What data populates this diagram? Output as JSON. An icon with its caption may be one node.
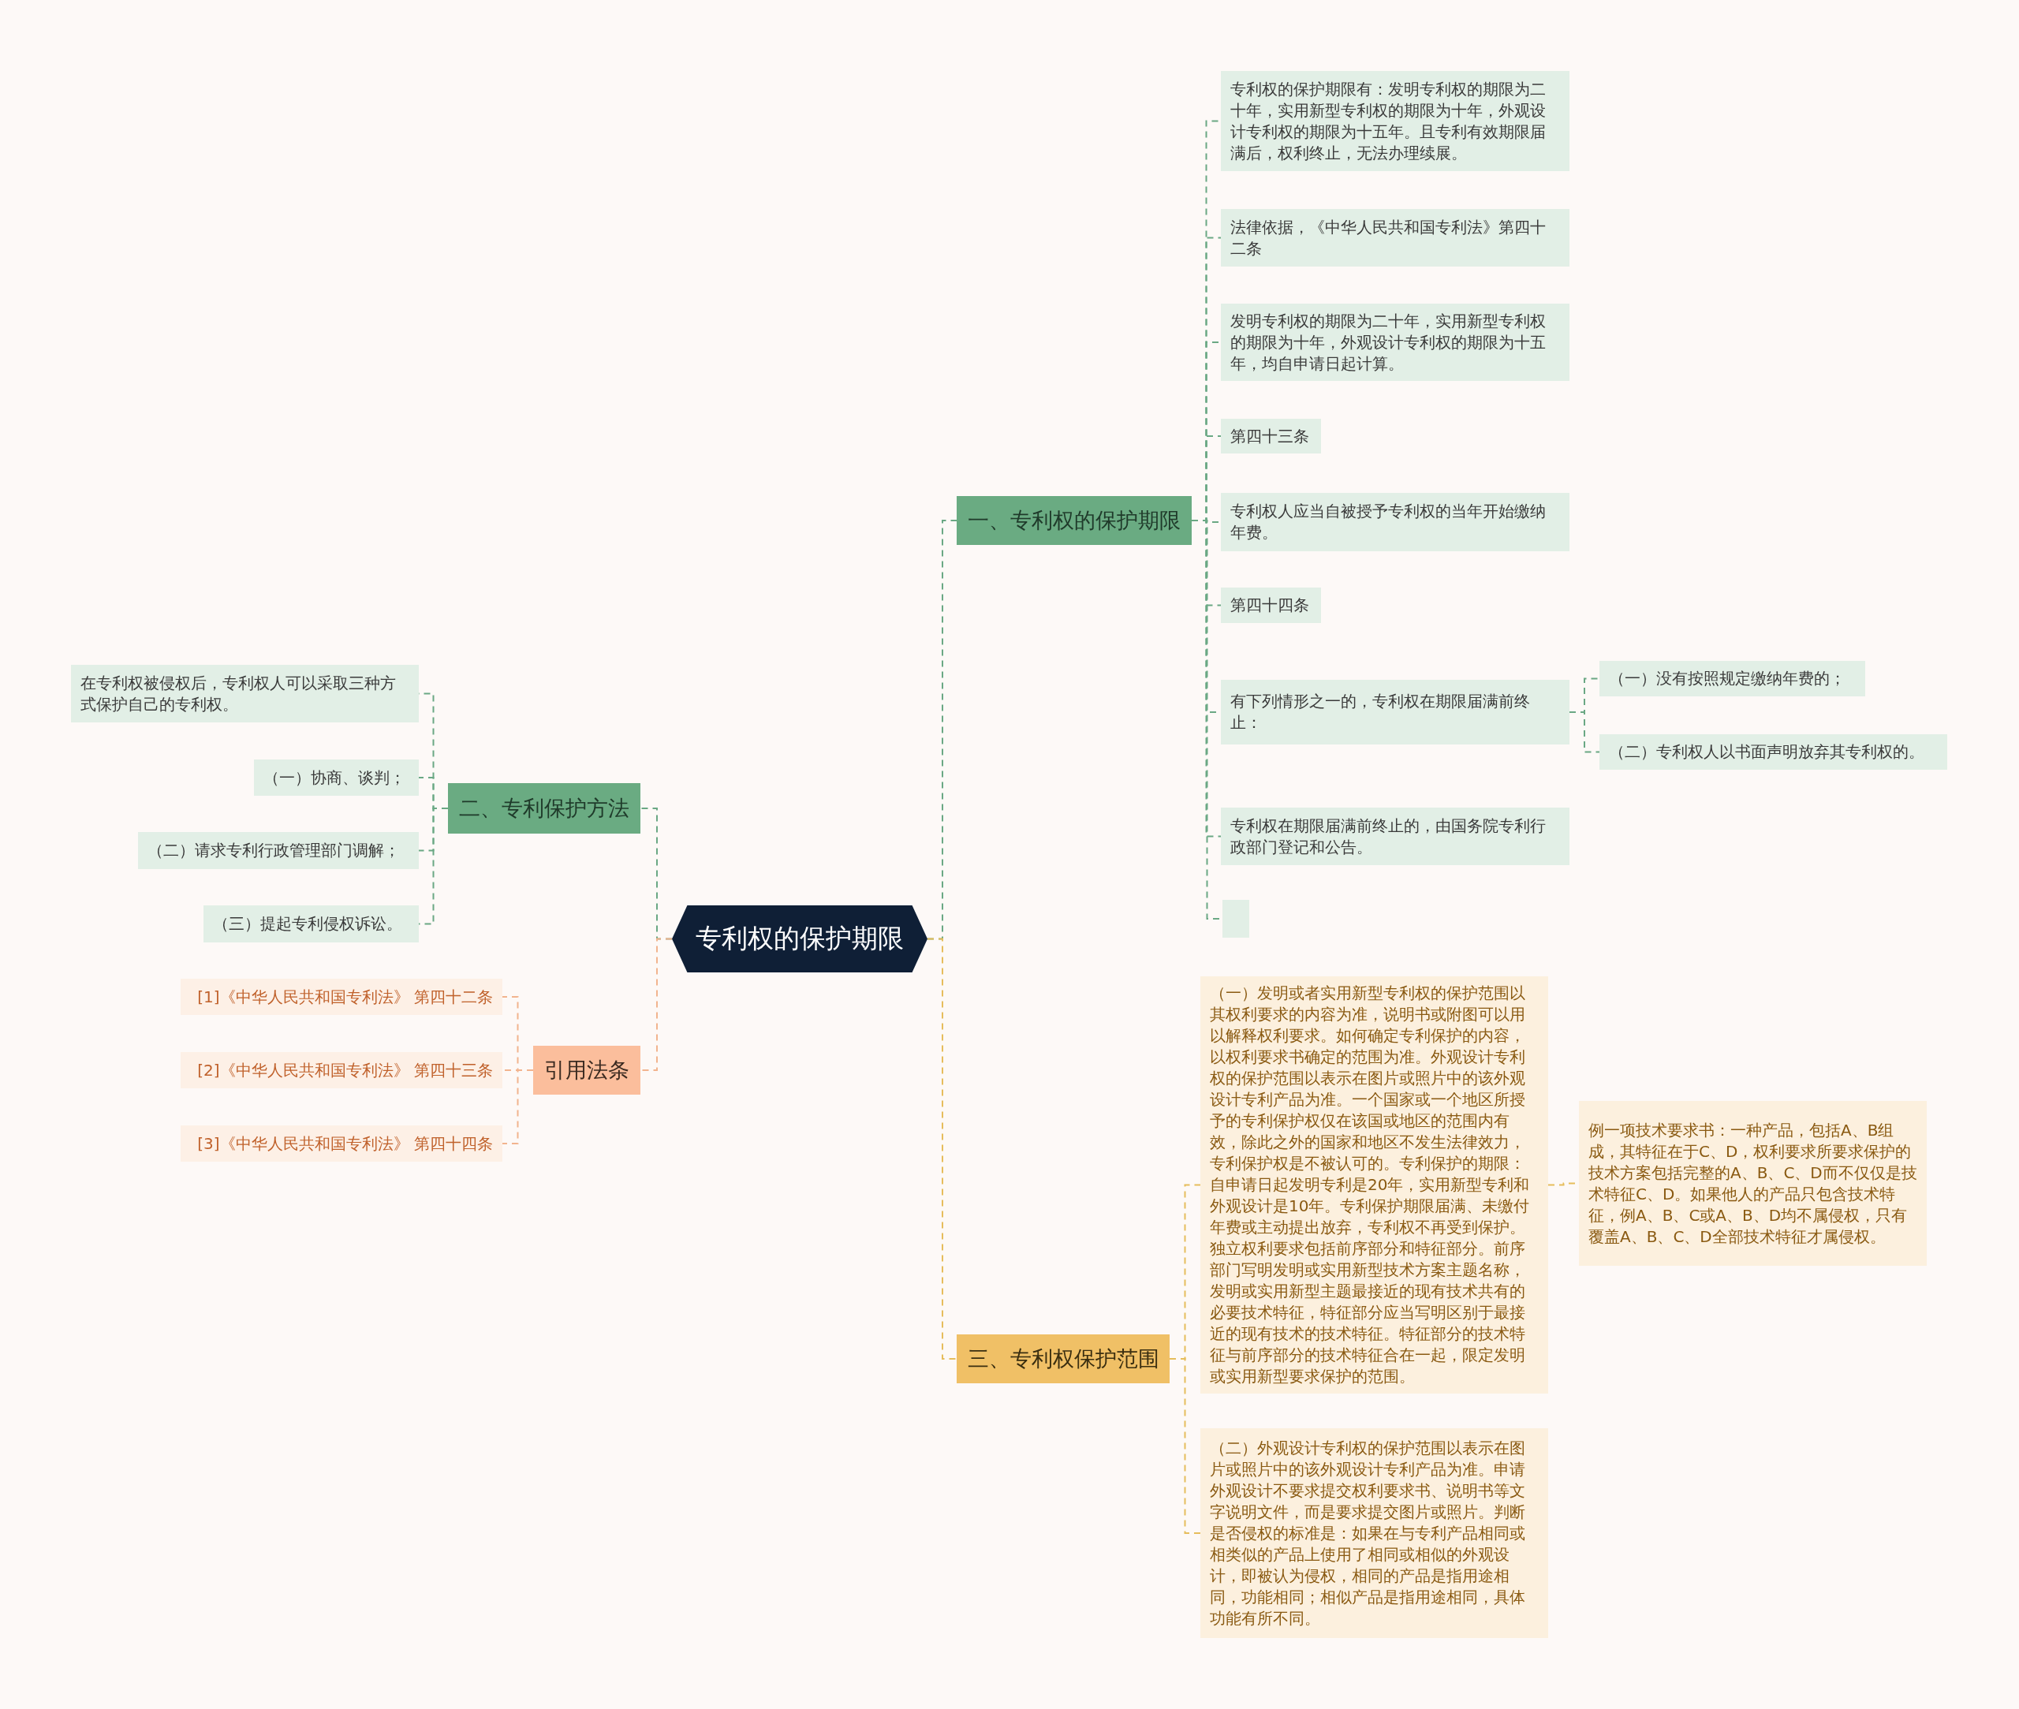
{
  "diagram": {
    "nodes": [
      {
        "text": [
          "专利权的保护期限"
        ]
      },
      {
        "text": [
          "一、专利权的保护期限"
        ]
      },
      {
        "text": [
          "专利权的保护期限有：发明专利权的期限为二十年，实用新型专利权的期限为十年，外观设计专利权的期限为十五年。且专利有效期限届满后，权利终止，无法办理续展。"
        ]
      },
      {
        "text": [
          "法律依据，《中华人民共和国专利法》第四十二条"
        ]
      },
      {
        "text": [
          "发明专利权的期限为二十年，实用新型专利权的期限为十年，外观设计专利权的期限为十五年，均自申请日起计算。"
        ]
      },
      {
        "text": [
          "第四十三条"
        ]
      },
      {
        "text": [
          "专利权人应当自被授予专利权的当年开始缴纳年费。"
        ]
      },
      {
        "text": [
          "第四十四条"
        ]
      },
      {
        "text": [
          "有下列情形之一的，专利权在期限届满前终止："
        ]
      },
      {
        "text": [
          "专利权在期限届满前终止的，由国务院专利行政部门登记和公告。"
        ]
      },
      {
        "text": [],
        "shape": "box"
      },
      {
        "text": [
          "（一）没有按照规定缴纳年费的；"
        ]
      },
      {
        "text": [
          "（二）专利权人以书面声明放弃其专利权的。"
        ]
      },
      {
        "text": [
          "二、专利保护方法"
        ]
      },
      {
        "text": [
          "在专利权被侵权后，专利权人可以采取三种方式保护自己的专利权。"
        ]
      },
      {
        "text": [
          "（一）协商、谈判；"
        ]
      },
      {
        "text": [
          "（二）请求专利行政管理部门调解；"
        ]
      },
      {
        "text": [
          "（三）提起专利侵权诉讼。"
        ]
      },
      {
        "text": [
          "引用法条"
        ]
      },
      {
        "text": [
          "[1]《中华人民共和国专利法》 第四十二条"
        ]
      },
      {
        "text": [
          "[2]《中华人民共和国专利法》 第四十三条"
        ]
      },
      {
        "text": [
          "[3]《中华人民共和国专利法》 第四十四条"
        ]
      },
      {
        "text": [
          "三、专利权保护范围"
        ]
      },
      {
        "text": [
          "（一）发明或者实用新型专利权的保护范围以其权利要求的内容为准，说明书或附图可以用以解释权利要求。如何确定专利保护的内容，以权利要求书确定的范围为准。外观设计专利权的保护范围以表示在图片或照片中的该外观设计专利产品为准。一个国家或一个地区所授予的专利保护权仅在该国或地区的范围内有效，除此之外的国家和地区不发生法律效力，专利保护权是不被认可的。专利保护的期限：自申请日起发明专利是20年，实用新型专利和外观设计是10年。专利保护期限届满、未缴付年费或主动提出放弃，专利权不再受到保护。独立权利要求包括前序部分和特征部分。前序部门写明发明或实用新型技术方案主题名称，发明或实用新型主题最接近的现有技术共有的必要技术特征，特征部分应当写明区别于最接近的现有技术的技术特征。特征部分的技术特征与前序部分的技术特征合在一起，限定发明或实用新型要求保护的范围。"
        ]
      },
      {
        "text": [
          "例一项技术要求书：一种产品，包括A、B组成，其特征在于C、D，权利要求所要求保护的技术方案包括完整的A、B、C、D而不仅仅是技术特征C、D。如果他人的产品只包含技术特征，例A、B、C或A、B、D均不属侵权，只有覆盖A、B、C、D全部技术特征才属侵权。"
        ]
      },
      {
        "text": [
          "（二）外观设计专利权的保护范围以表示在图片或照片中的该外观设计专利产品为准。申请外观设计不要求提交权利要求书、说明书等文字说明文件，而是要求提交图片或照片。判断是否侵权的标准是：如果在与专利产品相同或相类似的产品上使用了相同或相似的外观设计，即被认为侵权，相同的产品是指用途相同，功能相同；相似产品是指用途相同，具体功能有所不同。"
        ]
      }
    ],
    "edges": [
      {
        "from": 0,
        "to": 1,
        "arrow": "none"
      },
      {
        "from": 0,
        "to": 13,
        "arrow": "none"
      },
      {
        "from": 0,
        "to": 18,
        "arrow": "none",
        "color": "#f2b48e"
      },
      {
        "from": 0,
        "to": 22,
        "arrow": "none",
        "color": "#e6bd5c"
      },
      {
        "from": 1,
        "to": 2,
        "arrow": "none"
      },
      {
        "from": 1,
        "to": 3,
        "arrow": "none"
      },
      {
        "from": 1,
        "to": 4,
        "arrow": "none"
      },
      {
        "from": 1,
        "to": 5,
        "arrow": "none"
      },
      {
        "from": 1,
        "to": 6,
        "arrow": "none"
      },
      {
        "from": 1,
        "to": 7,
        "arrow": "none"
      },
      {
        "from": 1,
        "to": 8,
        "arrow": "none"
      },
      {
        "from": 1,
        "to": 9,
        "arrow": "none"
      },
      {
        "from": 1,
        "to": 10,
        "arrow": "none"
      },
      {
        "from": 8,
        "to": 11,
        "arrow": "none"
      },
      {
        "from": 8,
        "to": 12,
        "arrow": "none"
      },
      {
        "from": 13,
        "to": 14,
        "arrow": "none"
      },
      {
        "from": 13,
        "to": 15,
        "arrow": "none"
      },
      {
        "from": 13,
        "to": 16,
        "arrow": "none"
      },
      {
        "from": 13,
        "to": 17,
        "arrow": "none"
      },
      {
        "from": 18,
        "to": 19,
        "arrow": "none",
        "color": "#f2b48e"
      },
      {
        "from": 18,
        "to": 20,
        "arrow": "none",
        "color": "#f2b48e"
      },
      {
        "from": 18,
        "to": 21,
        "arrow": "none",
        "color": "#f2b48e"
      },
      {
        "from": 22,
        "to": 23,
        "arrow": "none",
        "color": "#e6bd5c"
      },
      {
        "from": 22,
        "to": 25,
        "arrow": "none",
        "color": "#e6bd5c"
      },
      {
        "from": 23,
        "to": 24,
        "arrow": "none",
        "color": "#e6bd5c"
      }
    ]
  }
}
